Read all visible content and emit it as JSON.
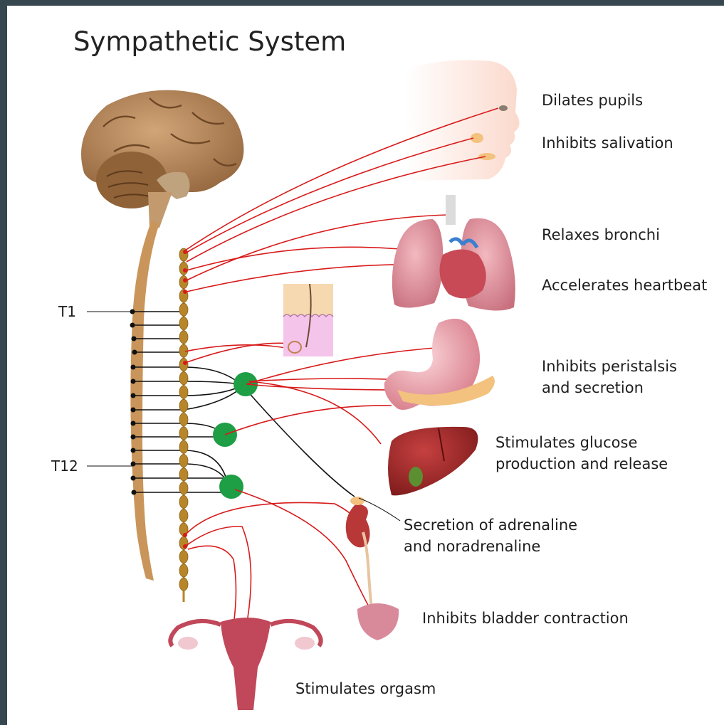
{
  "title": "Sympathetic System",
  "spinal_labels": {
    "t1": "T1",
    "t12": "T12"
  },
  "effects": [
    {
      "organ": "eye",
      "text": "Dilates pupils"
    },
    {
      "organ": "salivary-glands",
      "text": "Inhibits salivation"
    },
    {
      "organ": "lungs",
      "text": "Relaxes bronchi"
    },
    {
      "organ": "heart",
      "text": "Accelerates heartbeat"
    },
    {
      "organ": "stomach",
      "text": "Inhibits peristalsis|and secretion"
    },
    {
      "organ": "liver",
      "text": "Stimulates glucose|production and release"
    },
    {
      "organ": "adrenal-gland",
      "text": "Secretion of adrenaline|and noradrenaline"
    },
    {
      "organ": "bladder",
      "text": "Inhibits bladder contraction"
    },
    {
      "organ": "reproductive-organs",
      "text": "Stimulates orgasm"
    }
  ],
  "colors": {
    "nerve": "#d81b1b",
    "ganglion": "#1e9e45",
    "sympathetic_chain": "#b8862a",
    "brain": "#a0744a",
    "organ": "#c0485a"
  }
}
